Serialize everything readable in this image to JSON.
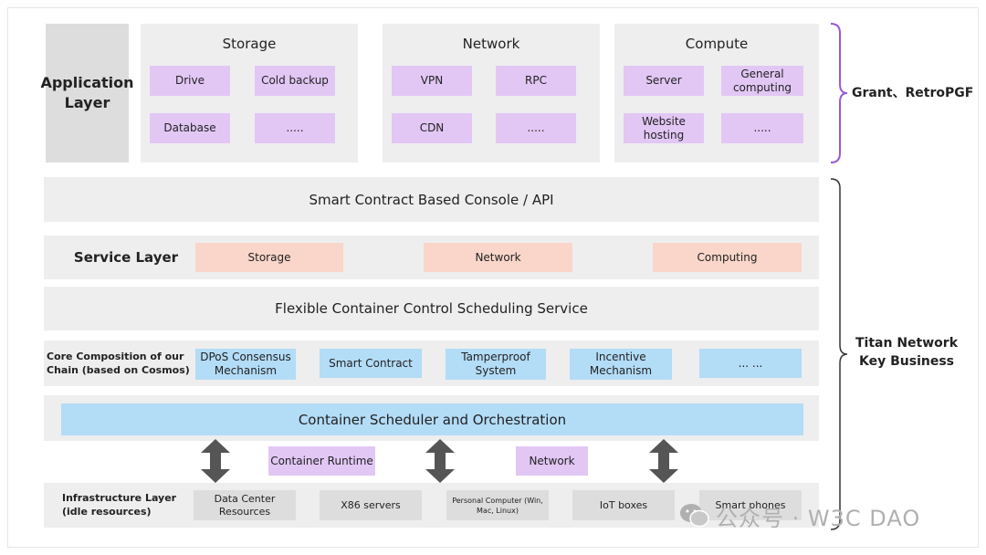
{
  "application_layer": {
    "title": "Application Layer",
    "storage": {
      "title": "Storage",
      "items": [
        "Drive",
        "Cold backup",
        "Database",
        "....."
      ]
    },
    "network": {
      "title": "Network",
      "items": [
        "VPN",
        "RPC",
        "CDN",
        "....."
      ]
    },
    "compute": {
      "title": "Compute",
      "items": [
        "Server",
        "General computing",
        "Website hosting",
        "....."
      ]
    }
  },
  "console": {
    "title": "Smart Contract Based Console / API"
  },
  "service_layer": {
    "title": "Service Layer",
    "items": [
      "Storage",
      "Network",
      "Computing"
    ]
  },
  "scheduling": {
    "title": "Flexible Container Control Scheduling Service"
  },
  "core": {
    "title": "Core Composition of our Chain (based on Cosmos)",
    "items": [
      "DPoS Consensus Mechanism",
      "Smart Contract",
      "Tamperproof System",
      "Incentive Mechanism",
      "... ..."
    ]
  },
  "orchestration": {
    "title": "Container Scheduler and Orchestration"
  },
  "middle": {
    "runtime": "Container Runtime",
    "network": "Network"
  },
  "infrastructure": {
    "title": "Infrastructure Layer (idle resources)",
    "items": [
      "Data Center Resources",
      "X86 servers",
      "Personal Computer (Win, Mac, Linux)",
      "IoT boxes",
      "Smart phones"
    ]
  },
  "braces": {
    "top": "Grant、RetroPGF",
    "bottom": "Titan Network Key Business"
  },
  "watermark": {
    "text": "公众号 · W3C DAO"
  },
  "colors": {
    "purple": "#e2c7f5",
    "salmon": "#f9d6c9",
    "blue": "#b3dcf7",
    "grey": "#eeeeee",
    "brace": "#9b59d0",
    "arrow": "#555555"
  }
}
